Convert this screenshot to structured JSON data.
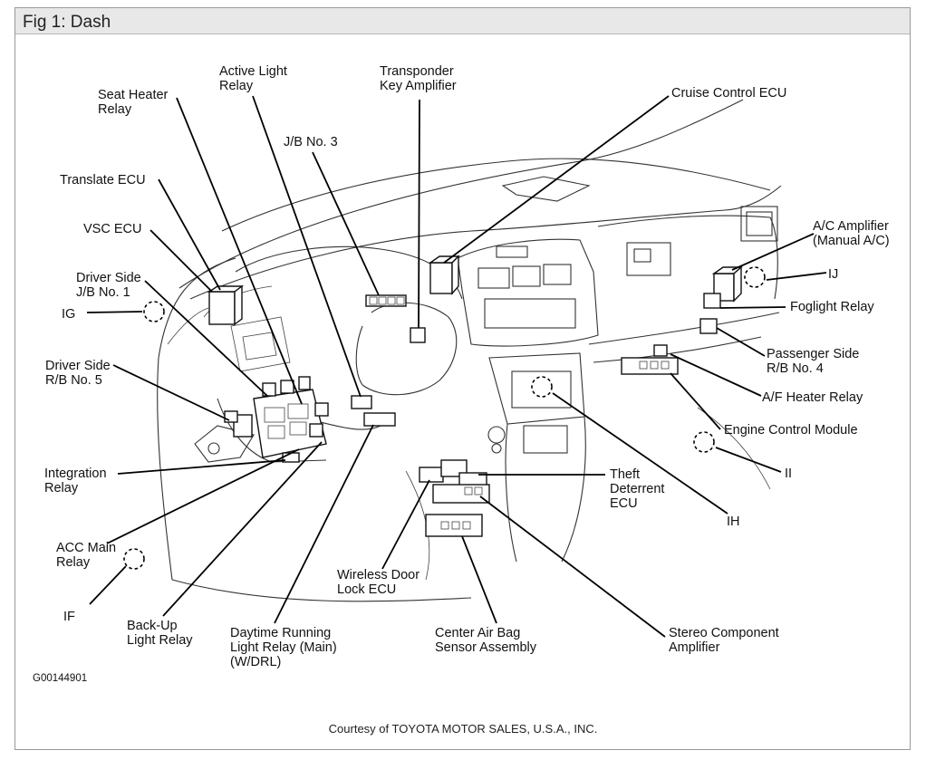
{
  "figure": {
    "title": "Fig 1: Dash"
  },
  "labels": {
    "seat_heater_relay": [
      "Seat Heater",
      "Relay"
    ],
    "active_light_relay": [
      "Active Light",
      "Relay"
    ],
    "transponder_key_amplifier": [
      "Transponder",
      "Key Amplifier"
    ],
    "cruise_control_ecu": [
      "Cruise Control ECU"
    ],
    "jb_no3": [
      "J/B No. 3"
    ],
    "translate_ecu": [
      "Translate ECU"
    ],
    "vsc_ecu": [
      "VSC ECU"
    ],
    "ac_amplifier": [
      "A/C Amplifier",
      "(Manual A/C)"
    ],
    "ij": [
      "IJ"
    ],
    "driver_side_jb1": [
      "Driver Side",
      "J/B No. 1"
    ],
    "foglight_relay": [
      "Foglight Relay"
    ],
    "ig": [
      "IG"
    ],
    "passenger_side_rb4": [
      "Passenger Side",
      "R/B No. 4"
    ],
    "driver_side_rb5": [
      "Driver Side",
      "R/B No. 5"
    ],
    "af_heater_relay": [
      "A/F Heater Relay"
    ],
    "engine_control_module": [
      "Engine Control Module"
    ],
    "ii": [
      "II"
    ],
    "integration_relay": [
      "Integration",
      "Relay"
    ],
    "theft_deterrent_ecu": [
      "Theft",
      "Deterrent",
      "ECU"
    ],
    "ih": [
      "IH"
    ],
    "acc_main_relay": [
      "ACC Main",
      "Relay"
    ],
    "wireless_door_lock_ecu": [
      "Wireless Door",
      "Lock ECU"
    ],
    "if": [
      "IF"
    ],
    "back_up_light_relay": [
      "Back-Up",
      "Light Relay"
    ],
    "daytime_running_light_relay": [
      "Daytime Running",
      "Light Relay (Main)",
      "(W/DRL)"
    ],
    "center_air_bag_sensor": [
      "Center Air Bag",
      "Sensor Assembly"
    ],
    "stereo_component_amplifier": [
      "Stereo Component",
      "Amplifier"
    ]
  },
  "figure_code": "G00144901",
  "credit": "Courtesy of TOYOTA MOTOR SALES, U.S.A., INC."
}
